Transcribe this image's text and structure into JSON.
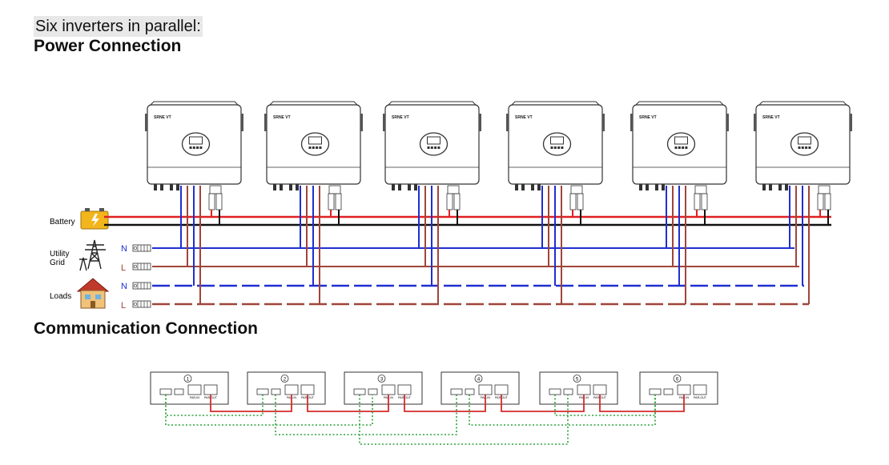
{
  "header": {
    "subtitle": "Six inverters in parallel:",
    "power_title": "Power Connection",
    "comm_title": "Communication Connection"
  },
  "legend": {
    "battery": "Battery",
    "utility_line1": "Utility",
    "utility_line2": "Grid",
    "loads": "Loads",
    "neutral": "N",
    "line": "L"
  },
  "inverter": {
    "brand": "SRNE VT",
    "count": 6
  },
  "comm_modules": [
    {
      "index": "①",
      "port_in": "PAR-IN",
      "port_out": "PAR-OUT"
    },
    {
      "index": "②",
      "port_in": "PAR-IN",
      "port_out": "PAR-OUT"
    },
    {
      "index": "③",
      "port_in": "PAR-IN",
      "port_out": "PAR-OUT"
    },
    {
      "index": "④",
      "port_in": "PAR-IN",
      "port_out": "PAR-OUT"
    },
    {
      "index": "⑤",
      "port_in": "PAR-IN",
      "port_out": "PAR-OUT"
    },
    {
      "index": "⑥",
      "port_in": "PAR-IN",
      "port_out": "PAR-OUT"
    }
  ],
  "colors": {
    "battery_positive": "#e02020",
    "battery_negative": "#111111",
    "neutral": "#1f2fd0",
    "line": "#a0453a",
    "comm_parallel": "#d42a2a",
    "comm_share": "#2aa33a"
  }
}
